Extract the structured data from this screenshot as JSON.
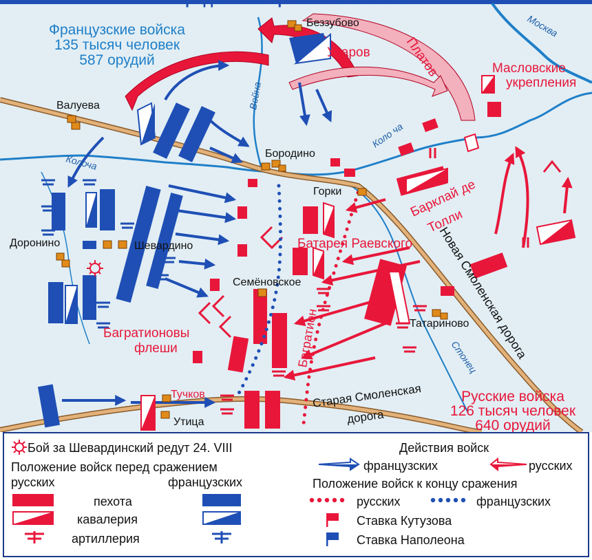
{
  "title": "Бородинское сражение 26 VIII 1812",
  "colors": {
    "russian": "#e8173a",
    "french": "#1f4fb5",
    "river": "#1f7fc8",
    "land": "#e2eef4",
    "road": "#e2b27a"
  },
  "french_label": {
    "line1": "Французские войска",
    "line2": "135 тысяч человек",
    "line3": "587 орудий"
  },
  "russian_label": {
    "line1": "Русские войска",
    "line2": "126 тысяч человек",
    "line3": "640 орудий"
  },
  "places": {
    "bezzubovo": "Беззубово",
    "valueva": "Валуева",
    "borodino": "Бородино",
    "gorki": "Горки",
    "doronino": "Доронино",
    "shevardino": "Шевардино",
    "semenovskoe": "Семёновское",
    "tatarinovo": "Татариново",
    "tuchkov": "Тучков",
    "utitsa": "Утица"
  },
  "rivers": {
    "moskva": "Москва",
    "voina": "Война",
    "kolocha1": "Колоча",
    "kolocha2": "Коло ча",
    "stonets": "Стонец"
  },
  "roads": {
    "new_road": "Новая Смоленская дорога",
    "old_road1": "Старая Смоленская",
    "old_road2": "дорога"
  },
  "labels_red": {
    "uvarov": "Уваров",
    "platov": "Платов",
    "maslov1": "Масловские",
    "maslov2": "укрепления",
    "barclay1": "Барклай де",
    "barclay2": "Толли",
    "raevsky": "Батарея Раевского",
    "bagration": "Багратион",
    "flesh1": "Багратионовы",
    "flesh2": "флеши"
  },
  "legend": {
    "shevardino_fight": "Бой за Шевардинский редут 24. VIII",
    "positions_before": "Положение войск перед сражением",
    "russians": "русских",
    "french": "французских",
    "infantry": "пехота",
    "cavalry": "кавалерия",
    "artillery": "артиллерия",
    "actions": "Действия войск",
    "actions_french": "французских",
    "actions_russian": "русских",
    "positions_end": "Положение войск к концу сражения",
    "end_russian": "русских",
    "end_french": "французских",
    "hq_kutuzov": "Ставка Кутузова",
    "hq_napoleon": "Ставка Наполеона"
  }
}
